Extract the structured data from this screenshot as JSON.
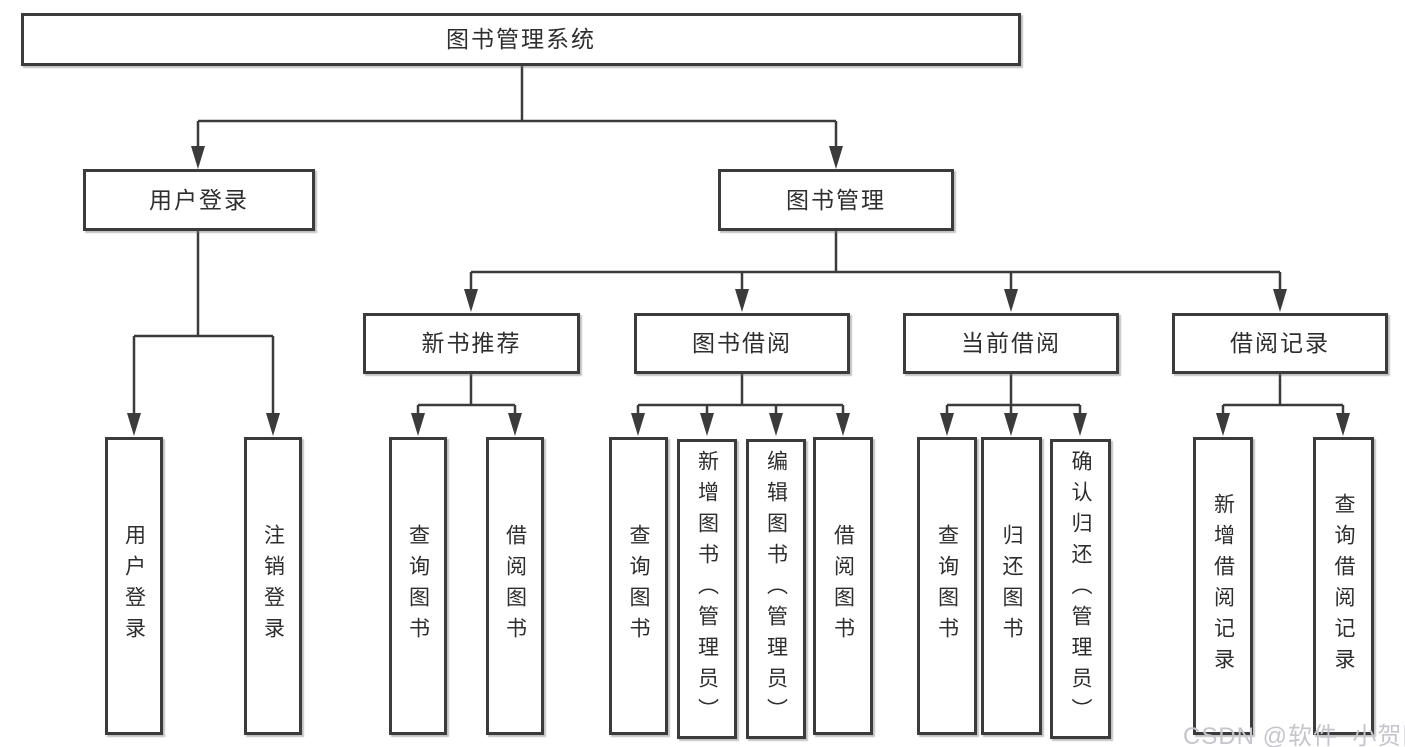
{
  "diagram": {
    "watermark": "CSDN @软件_小贺同学",
    "colors": {
      "line": "#3b3b3b",
      "box_border": "#3b3b3b",
      "text": "#2e2e2e",
      "watermark": "#c5c5cd",
      "background": "#ffffff"
    },
    "tree": {
      "label": "图书管理系统",
      "children": [
        {
          "label": "用户登录",
          "children": [
            {
              "label": "用户登录"
            },
            {
              "label": "注销登录"
            }
          ]
        },
        {
          "label": "图书管理",
          "children": [
            {
              "label": "新书推荐",
              "children": [
                {
                  "label": "查询图书"
                },
                {
                  "label": "借阅图书"
                }
              ]
            },
            {
              "label": "图书借阅",
              "children": [
                {
                  "label": "查询图书"
                },
                {
                  "label": "新增图书（管理员）"
                },
                {
                  "label": "编辑图书（管理员）"
                },
                {
                  "label": "借阅图书"
                }
              ]
            },
            {
              "label": "当前借阅",
              "children": [
                {
                  "label": "查询图书"
                },
                {
                  "label": "归还图书"
                },
                {
                  "label": "确认归还（管理员）"
                }
              ]
            },
            {
              "label": "借阅记录",
              "children": [
                {
                  "label": "新增借阅记录"
                },
                {
                  "label": "查询借阅记录"
                }
              ]
            }
          ]
        }
      ]
    }
  }
}
